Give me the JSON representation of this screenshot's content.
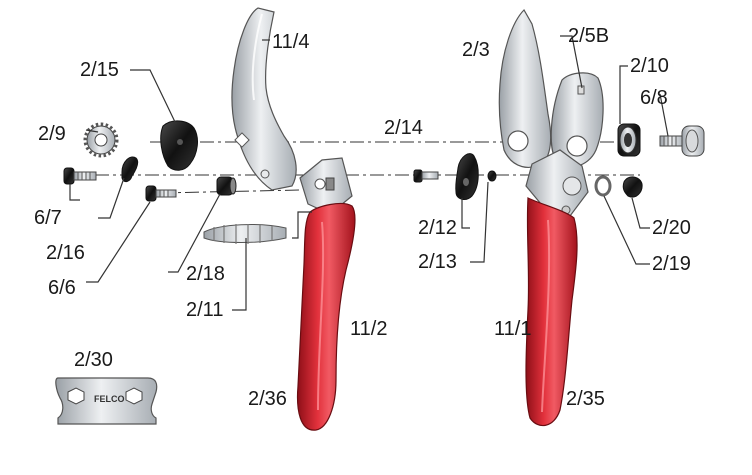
{
  "labels": {
    "p11_4": "11/4",
    "p2_15": "2/15",
    "p2_9": "2/9",
    "p6_7": "6/7",
    "p2_16": "2/16",
    "p6_6": "6/6",
    "p2_18": "2/18",
    "p2_11": "2/11",
    "p11_2": "11/2",
    "p2_36": "2/36",
    "p2_30": "2/30",
    "p2_3": "2/3",
    "p2_5B": "2/5B",
    "p2_10": "2/10",
    "p6_8": "6/8",
    "p2_14": "2/14",
    "p2_12": "2/12",
    "p2_13": "2/13",
    "p2_20": "2/20",
    "p2_19": "2/19",
    "p11_1": "11/1",
    "p2_35": "2/35"
  },
  "wrench_brand": "FELCO",
  "colors": {
    "handle_red": "#d01c2a",
    "metal": "#c8ccd0",
    "dark_part": "#1e1e1e"
  }
}
